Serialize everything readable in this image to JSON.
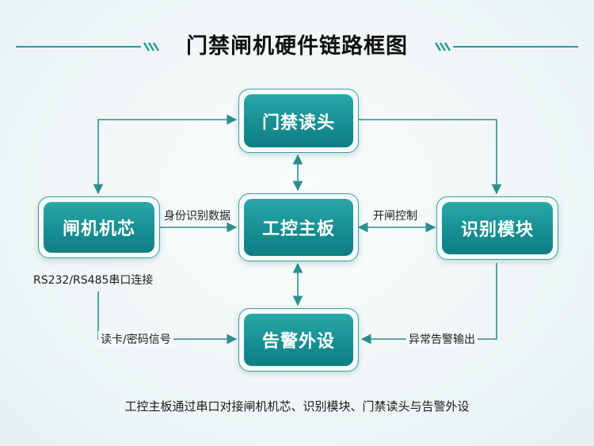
{
  "title": "门禁闸机硬件链路框图",
  "nodes": {
    "reader": "门禁读头",
    "chip": "闸机机芯",
    "board": "工控主板",
    "recog": "识别模块",
    "alarm": "告警外设"
  },
  "labels": {
    "identity": "身份识别数据",
    "open_control": "开闸控制",
    "serial": "RS232/RS485串口连接",
    "card_pwd": "读卡/密码信号",
    "abnormal_alarm": "异常告警输出"
  },
  "caption": "工控主板通过串口对接闸机机芯、识别模块、门禁读头与告警外设",
  "colors": {
    "accent": "#178f92",
    "line": "#2b8f8f"
  }
}
